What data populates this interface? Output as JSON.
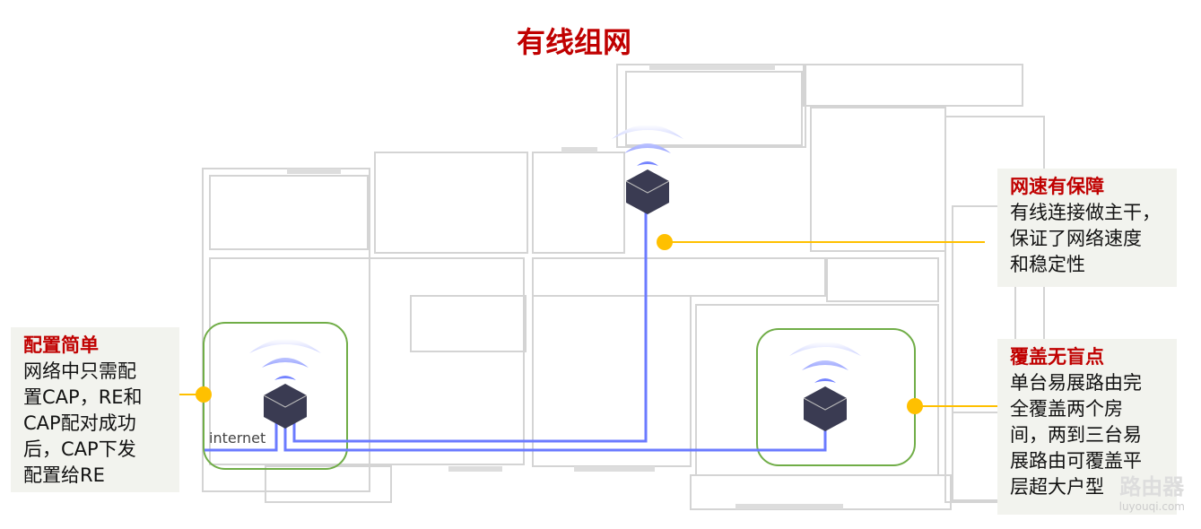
{
  "title": "有线组网",
  "internet_label": "internet",
  "callouts": [
    {
      "heading": "配置简单",
      "lines": [
        "网络中只需配",
        "置CAP，RE和",
        "CAP配对成功",
        "后，CAP下发",
        "配置给RE"
      ]
    },
    {
      "heading": "网速有保障",
      "lines": [
        "有线连接做主干，",
        "保证了网络速度",
        "和稳定性"
      ]
    },
    {
      "heading": "覆盖无盲点",
      "lines": [
        "单台易展路由完",
        "全覆盖两个房",
        "间，两到三台易",
        "展路由可覆盖平",
        "层超大户型"
      ]
    }
  ],
  "watermark": {
    "name": "路由器",
    "url": "luyouqi.com"
  },
  "colors": {
    "title": "#c00000",
    "cable": "#6b7bff",
    "zone": "#70ad47",
    "dot": "#ffc000",
    "router": "#3a3b52"
  }
}
